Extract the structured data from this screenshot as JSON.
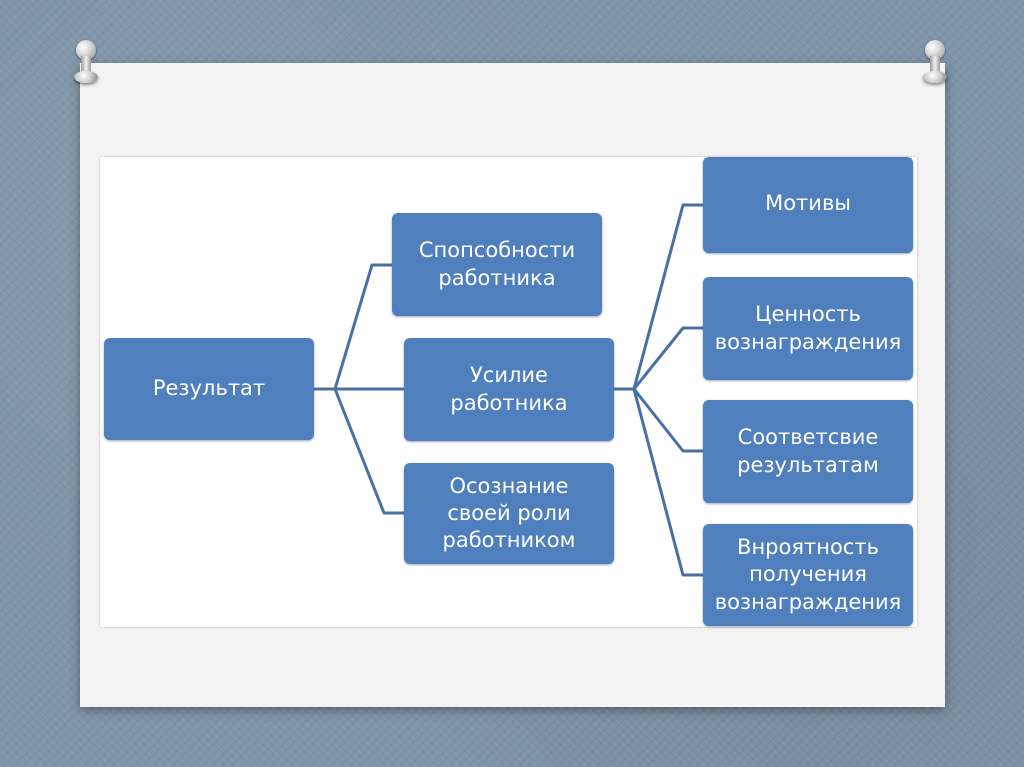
{
  "diagram": {
    "nodes": {
      "result": "Результат",
      "ability": "Спопсобности\nработника",
      "effort": "Усилие\nработника",
      "awareness": "Осознание\nсвоей роли\nработником",
      "motives": "Мотивы",
      "reward_value": "Ценность\nвознаграждения",
      "results_match": "Соответсвие\nрезультатам",
      "reward_probability": "Внроятность\nполучения\nвознаграждения"
    },
    "edges": [
      [
        "result",
        "ability"
      ],
      [
        "result",
        "effort"
      ],
      [
        "result",
        "awareness"
      ],
      [
        "effort",
        "motives"
      ],
      [
        "effort",
        "reward_value"
      ],
      [
        "effort",
        "results_match"
      ],
      [
        "effort",
        "reward_probability"
      ]
    ]
  },
  "colors": {
    "box_fill": "#4f7fbd",
    "connector": "#4a6fa5",
    "slide_bg": "#7f95a8"
  }
}
